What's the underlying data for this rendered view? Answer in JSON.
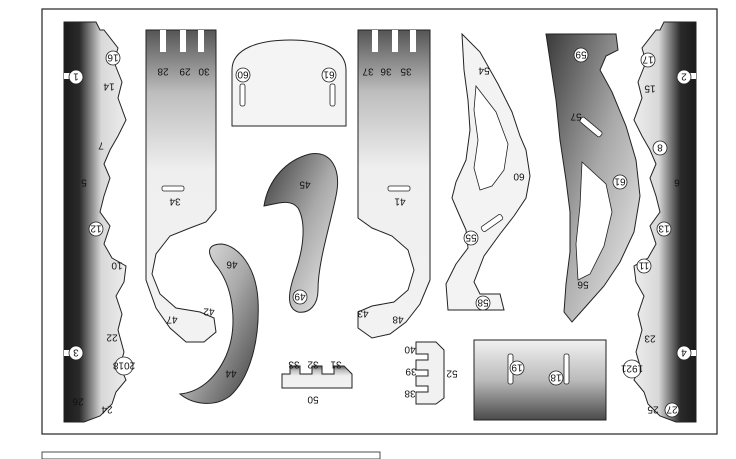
{
  "sheet": {
    "title": "",
    "bottom_caption": ""
  },
  "labels": {
    "l1": "1",
    "l2": "2",
    "l3": "3",
    "l4": "4",
    "l5": "5",
    "l6": "6",
    "l7": "7",
    "l8": "8",
    "l10": "10",
    "l11": "11",
    "l12": "12",
    "l13": "13",
    "l14": "14",
    "l15": "15",
    "l16": "16",
    "l17": "17",
    "l18": "18",
    "l19": "19",
    "l2018": "2018",
    "l1921": "1921",
    "l22": "22",
    "l23": "23",
    "l24": "24",
    "l25": "25",
    "l26": "26",
    "l27": "27",
    "l28": "28",
    "l29": "29",
    "l30": "30",
    "l31": "31",
    "l32": "32",
    "l33": "33",
    "l34": "34",
    "l35": "35",
    "l36": "36",
    "l37": "37",
    "l38": "38",
    "l39": "39",
    "l40": "40",
    "l41": "41",
    "l42": "42",
    "l43": "43",
    "l44": "44",
    "l45": "45",
    "l46": "46",
    "l47": "47",
    "l48": "48",
    "l49": "49",
    "l50": "50",
    "l52": "52",
    "l54": "54",
    "l55": "55",
    "l56": "56",
    "l57": "57",
    "l58": "58",
    "l59": "59",
    "l60": "60",
    "l60b": "60",
    "l61": "61",
    "l61b": "61"
  }
}
